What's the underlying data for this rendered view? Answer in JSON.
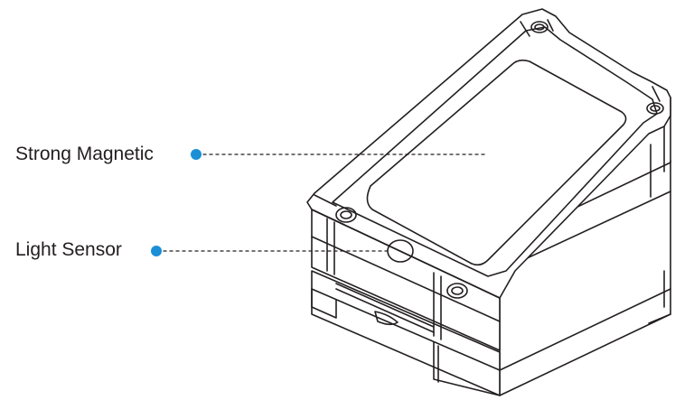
{
  "diagram": {
    "callouts": [
      {
        "id": "magnetic",
        "label": "Strong Magnetic"
      },
      {
        "id": "light",
        "label": "Light Sensor"
      }
    ],
    "colors": {
      "marker": "#1a8fd6",
      "line": "#231f20",
      "background": "#ffffff"
    }
  }
}
